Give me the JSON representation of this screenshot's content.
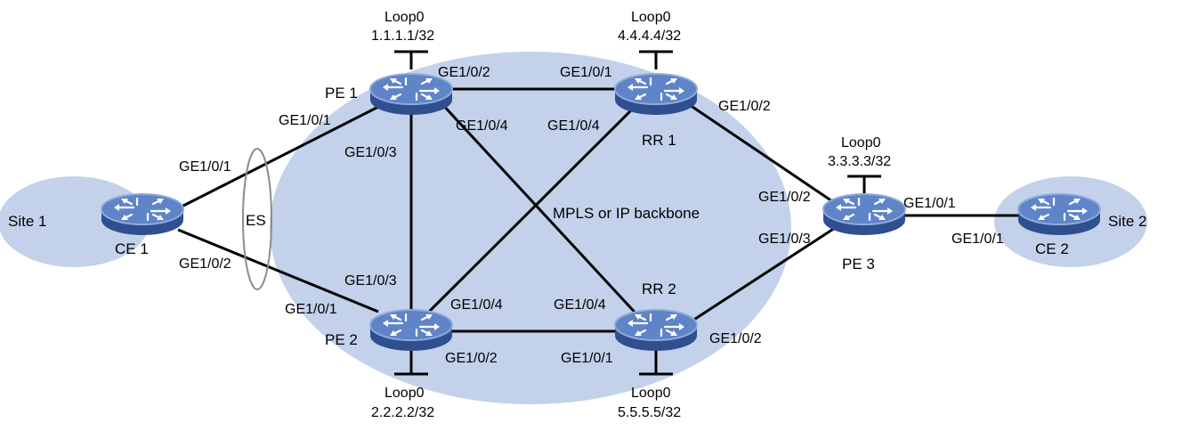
{
  "colors": {
    "cloud": "#c3d2ea",
    "router_top": "#6b8fcf",
    "router_side": "#2f4f8f",
    "router_ring": "#8faadc",
    "line": "#000000"
  },
  "backbone": {
    "label": "MPLS or IP backbone"
  },
  "es": {
    "label": "ES"
  },
  "sites": {
    "site1": "Site 1",
    "site2": "Site 2"
  },
  "devices": {
    "pe1": {
      "name": "PE 1",
      "loop": "Loop0",
      "addr": "1.1.1.1/32"
    },
    "pe2": {
      "name": "PE 2",
      "loop": "Loop0",
      "addr": "2.2.2.2/32"
    },
    "pe3": {
      "name": "PE 3",
      "loop": "Loop0",
      "addr": "3.3.3.3/32"
    },
    "rr1": {
      "name": "RR 1",
      "loop": "Loop0",
      "addr": "4.4.4.4/32"
    },
    "rr2": {
      "name": "RR 2",
      "loop": "Loop0",
      "addr": "5.5.5.5/32"
    },
    "ce1": {
      "name": "CE 1"
    },
    "ce2": {
      "name": "CE 2"
    }
  },
  "ports": {
    "ce1_p1": "GE1/0/1",
    "ce1_p2": "GE1/0/2",
    "pe1_p1": "GE1/0/1",
    "pe1_p2": "GE1/0/2",
    "pe1_p3": "GE1/0/3",
    "pe1_p4": "GE1/0/4",
    "pe2_p1": "GE1/0/1",
    "pe2_p2": "GE1/0/2",
    "pe2_p3": "GE1/0/3",
    "pe2_p4": "GE1/0/4",
    "rr1_p1": "GE1/0/1",
    "rr1_p2": "GE1/0/2",
    "rr1_p4": "GE1/0/4",
    "rr2_p1": "GE1/0/1",
    "rr2_p2": "GE1/0/2",
    "rr2_p4": "GE1/0/4",
    "pe3_p1": "GE1/0/1",
    "pe3_p2": "GE1/0/2",
    "pe3_p3": "GE1/0/3",
    "ce2_p1": "GE1/0/1"
  }
}
